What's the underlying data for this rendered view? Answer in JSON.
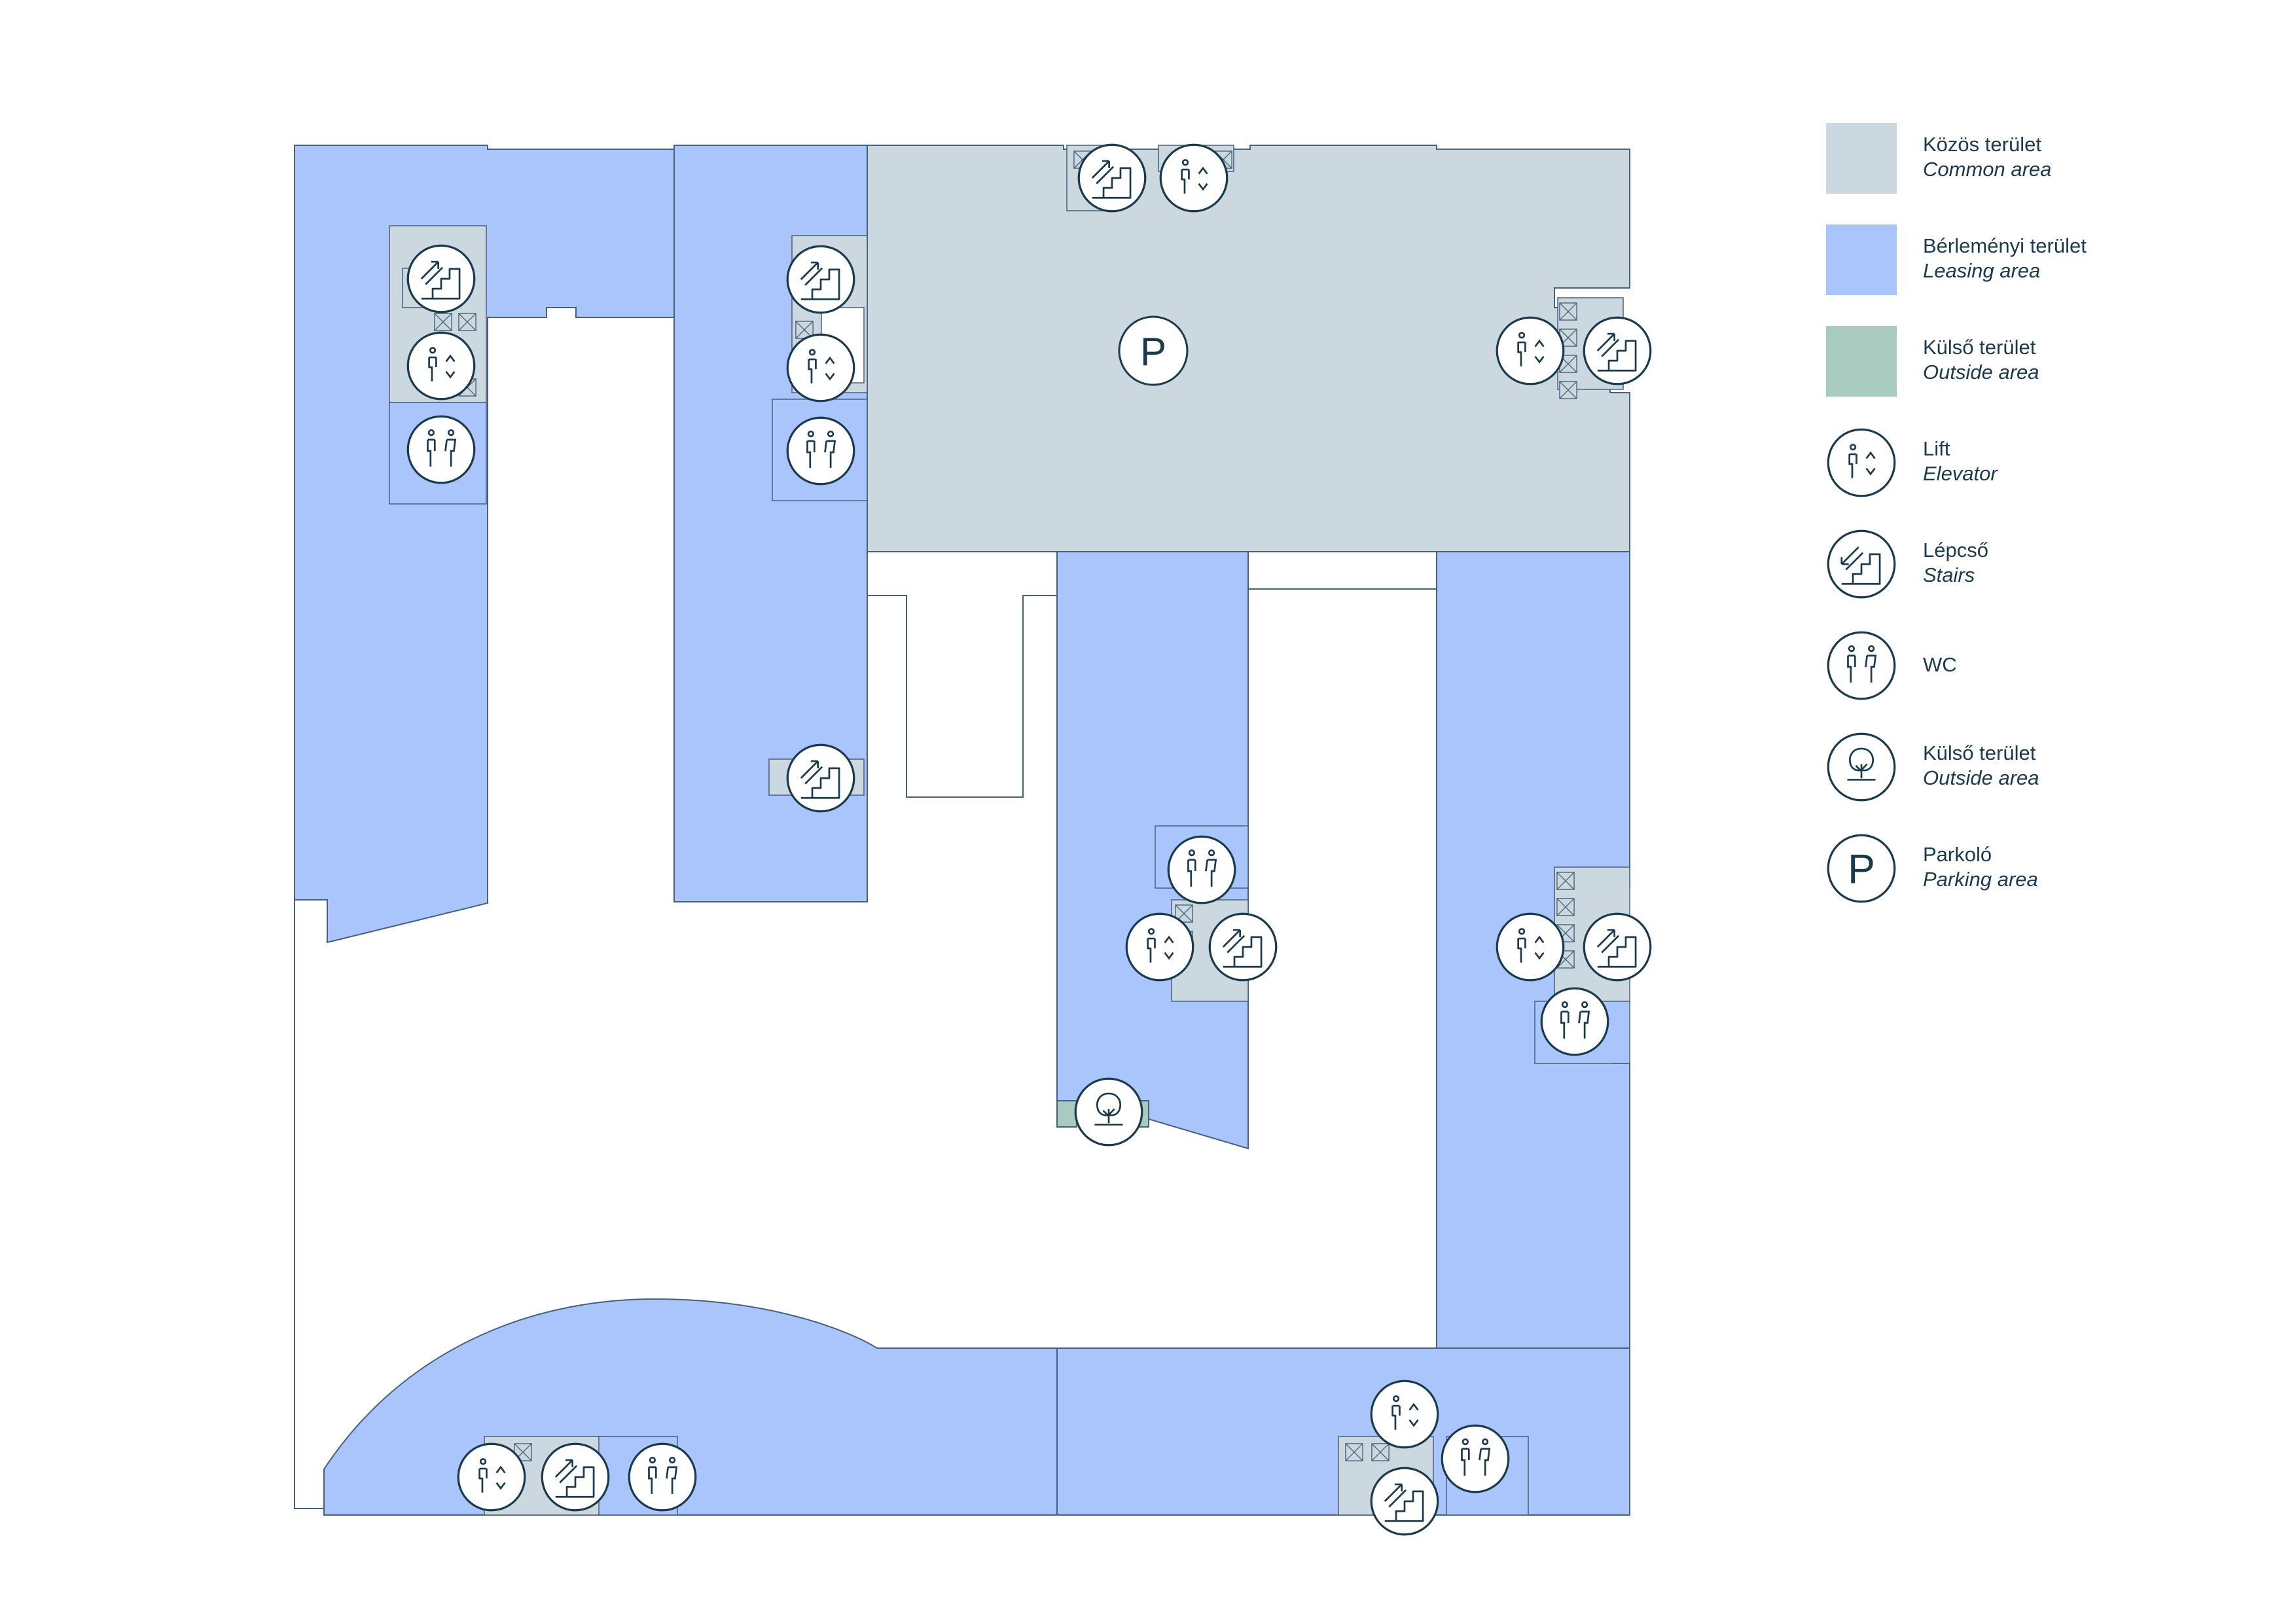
{
  "colors": {
    "common": "#ccd8e0",
    "leasing": "#a9c5fb",
    "outside": "#a9cbbf",
    "line": "#48607a",
    "icon": "#1b3a4b"
  },
  "map": {
    "parking_symbol": "P"
  },
  "legend": {
    "items": [
      {
        "type": "swatch",
        "color_key": "common",
        "hu": "Közös terület",
        "en": "Common area"
      },
      {
        "type": "swatch",
        "color_key": "leasing",
        "hu": "Bérleményi terület",
        "en": "Leasing area"
      },
      {
        "type": "swatch",
        "color_key": "outside",
        "hu": "Külső terület",
        "en": "Outside area"
      },
      {
        "type": "icon",
        "icon": "elevator-icon",
        "hu": "Lift",
        "en": "Elevator"
      },
      {
        "type": "icon",
        "icon": "stairs-icon",
        "hu": "Lépcső",
        "en": "Stairs"
      },
      {
        "type": "icon",
        "icon": "wc-icon",
        "hu": "WC",
        "en": ""
      },
      {
        "type": "icon",
        "icon": "tree-icon",
        "hu": "Külső terület",
        "en": "Outside area"
      },
      {
        "type": "icon",
        "icon": "parking-icon",
        "hu": "Parkoló",
        "en": "Parking area",
        "symbol": "P"
      }
    ]
  }
}
